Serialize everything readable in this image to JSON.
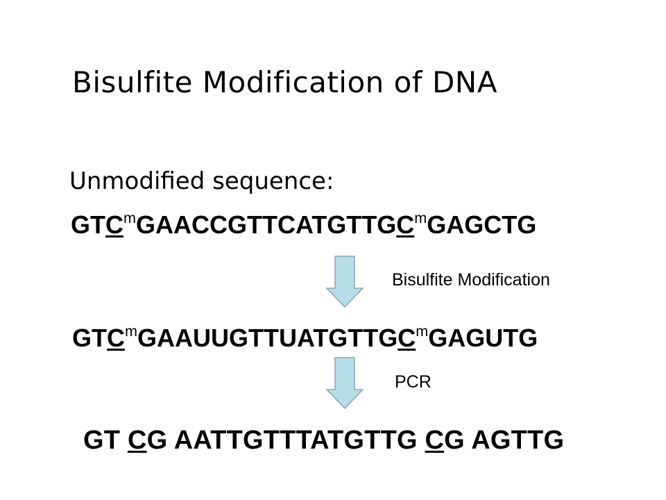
{
  "title": "Bisulfite Modification of DNA",
  "subtitle": "Unmodified sequence:",
  "sequences": {
    "unmodified": {
      "part1": "GT",
      "meth1": "C",
      "sup1": "m",
      "part2": "GAACCGTTCATGTTG",
      "meth2": "C",
      "sup2": "m",
      "part3": "GAGCTG"
    },
    "modified": {
      "part1": "GT",
      "meth1": "C",
      "sup1": "m",
      "part2": "GAAUUGTTUATGTTG",
      "meth2": "C",
      "sup2": "m",
      "part3": "GAGUTG"
    },
    "pcr": {
      "part1": "GT ",
      "meth1": "C",
      "part2": "G AATTGTTTATGTTG ",
      "meth2": "C",
      "part3": "G AGTTG"
    }
  },
  "steps": {
    "bisulfite": "Bisulfite Modification",
    "pcr": "PCR"
  },
  "colors": {
    "arrow_fill": "#b7dde8",
    "arrow_stroke": "#8aa9b2",
    "text": "#000000"
  }
}
